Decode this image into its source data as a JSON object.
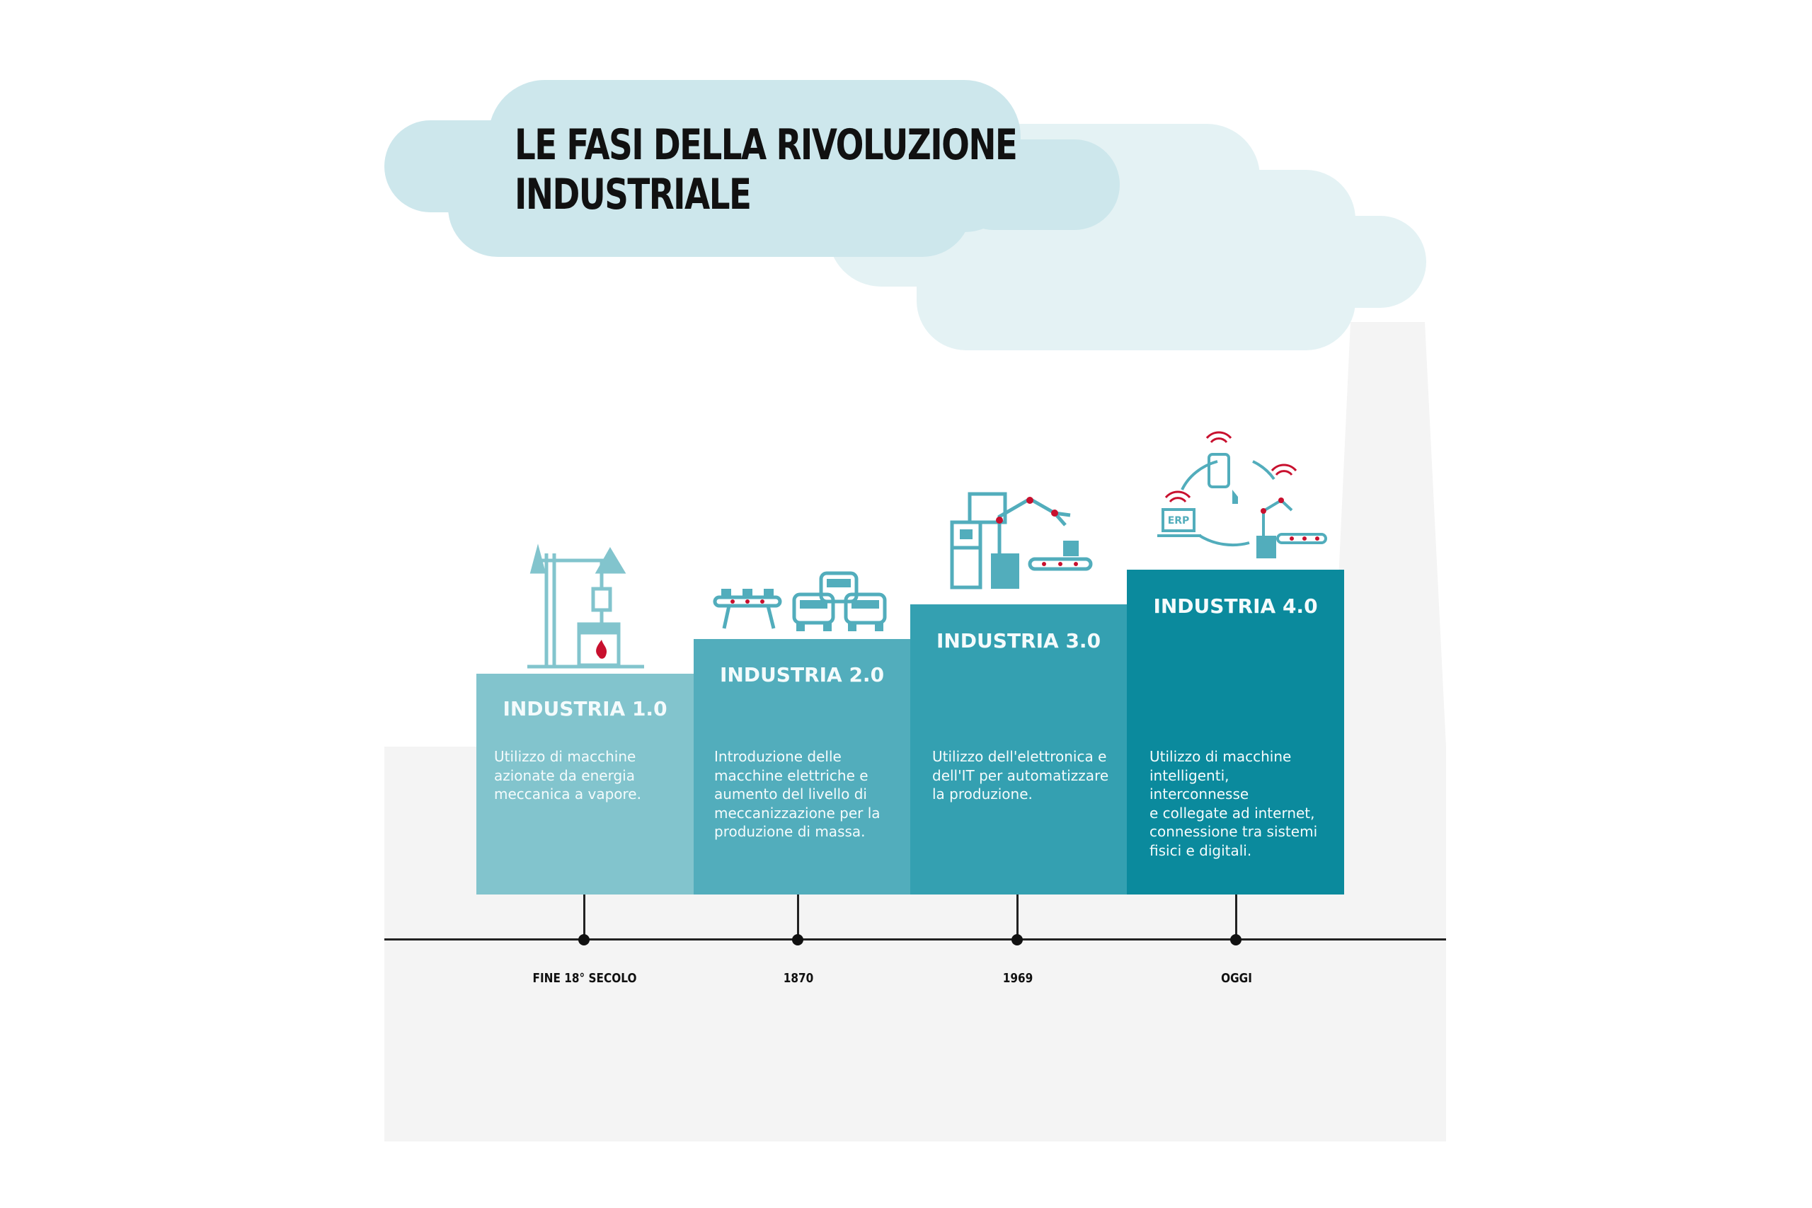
{
  "title": {
    "line1": "LE FASI DELLA RIVOLUZIONE",
    "line2": "INDUSTRIALE"
  },
  "steps": [
    {
      "label": "INDUSTRIA 1.0",
      "description": "Utilizzo di macchine\nazionate da energia\nmeccanica a vapore.",
      "color": "#82c4cd",
      "date": "FINE 18° SECOLO",
      "icon": "steam-engine-icon"
    },
    {
      "label": "INDUSTRIA 2.0",
      "description": "Introduzione delle\nmacchine elettriche e\naumento del livello di\nmeccanizzazione per la\nproduzione di massa.",
      "color": "#52adbc",
      "date": "1870",
      "icon": "assembly-line-cars-icon"
    },
    {
      "label": "INDUSTRIA 3.0",
      "description": "Utilizzo dell'elettronica e\ndell'IT per automatizzare\nla produzione.",
      "color": "#34a0b1",
      "date": "1969",
      "icon": "robot-arm-automation-icon"
    },
    {
      "label": "INDUSTRIA 4.0",
      "description": "Utilizzo di macchine\nintelligenti,\ninterconnesse\ne collegate ad internet,\nconnessione tra sistemi\nfisici e digitali.",
      "color": "#0b8a9d",
      "date": "OGGI",
      "icon": "connected-factory-icon",
      "icon_badge": "ERP"
    }
  ],
  "colors": {
    "accent_red": "#c8102e",
    "icon_teal": "#52adbc",
    "cloud_dark": "#cde7ec",
    "cloud_light": "#e4f2f4",
    "factory_bg": "#f4f4f4"
  }
}
